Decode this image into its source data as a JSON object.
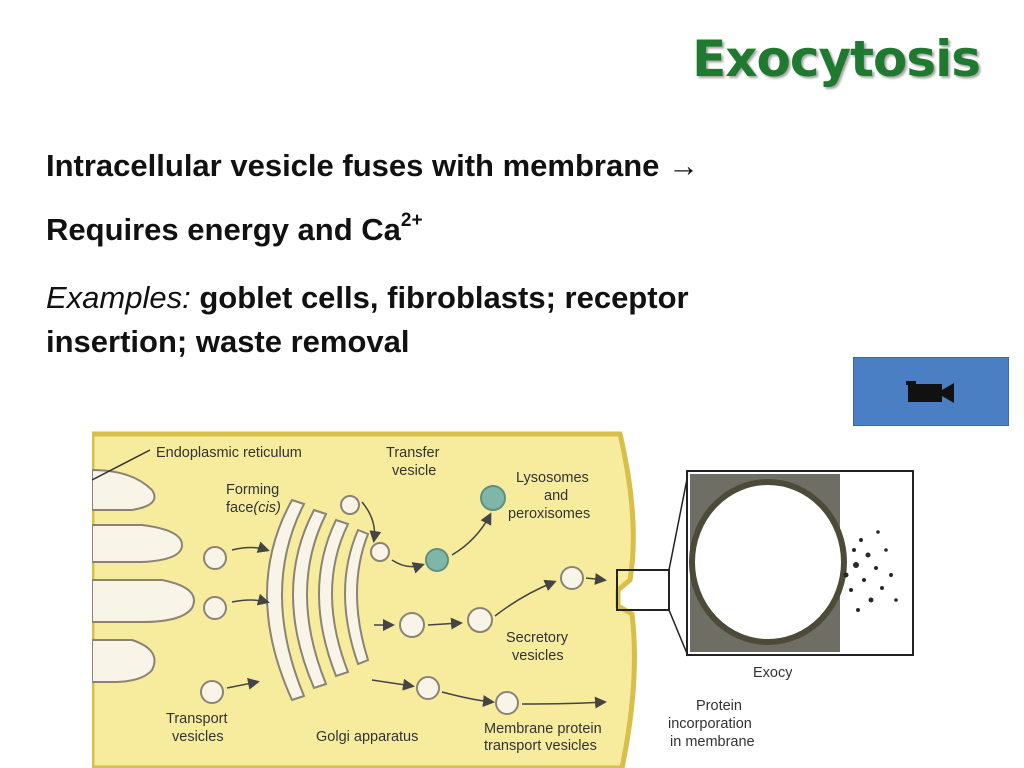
{
  "slide": {
    "title": "Exocytosis",
    "bullet1": "Intracellular vesicle fuses with membrane →",
    "bullet2_text": "Requires energy and Ca",
    "bullet2_sup": "2+",
    "bullet3_prefix": "Examples:",
    "bullet3_line1": " goblet cells, fibroblasts; receptor",
    "bullet3_line2": "insertion; waste removal"
  },
  "video_button": {
    "icon": "video-camera-icon",
    "color": "#4a7fc4"
  },
  "diagram": {
    "labels": {
      "er": "Endoplasmic reticulum",
      "transfer1": "Transfer",
      "transfer2": "vesicle",
      "forming1": "Forming",
      "forming2": "face",
      "forming2_italic": "(cis)",
      "lyso1": "Lysosomes",
      "lyso2": "and",
      "lyso3": "peroxisomes",
      "secretory1": "Secretory",
      "secretory2": "vesicles",
      "transport1": "Transport",
      "transport2": "vesicles",
      "golgi": "Golgi apparatus",
      "membrane1": "Membrane protein",
      "membrane2": "transport vesicles",
      "exo": "Exocytosis",
      "protein1": "Protein",
      "protein2": "incorporation",
      "protein3": "in membrane"
    },
    "colors": {
      "cytoplasm": "#f7ec9e",
      "organelle": "#f8f5e8",
      "outline": "#8a8474",
      "lysosome": "#7fb6a8"
    }
  }
}
